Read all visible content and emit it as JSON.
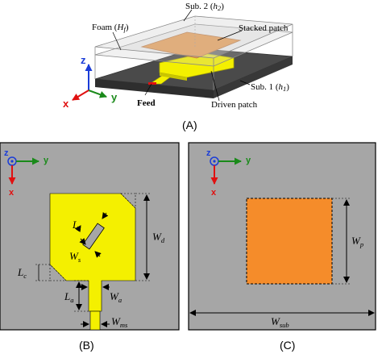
{
  "panel_a": {
    "caption": "(A)",
    "sub2_label": "Sub. 2 (",
    "sub2_h": "h",
    "sub2_h_sub": "2",
    "sub2_close": ")",
    "foam_label": "Foam (",
    "foam_h": "H",
    "foam_h_sub": "f",
    "foam_close": ")",
    "stacked_label": "Stacked patch",
    "sub1_label": "Sub. 1 (",
    "sub1_h": "h",
    "sub1_h_sub": "1",
    "sub1_close": ")",
    "driven_label": "Driven patch",
    "feed_label": "Feed",
    "axis_z": "z",
    "axis_y": "y",
    "axis_x": "x"
  },
  "panel_b": {
    "caption": "(B)",
    "axis_z": "z",
    "axis_y": "y",
    "axis_x": "x",
    "ls": {
      "main": "L",
      "sub": "s"
    },
    "ws": {
      "main": "W",
      "sub": "s"
    },
    "wd": {
      "main": "W",
      "sub": "d"
    },
    "lc": {
      "main": "L",
      "sub": "c"
    },
    "la": {
      "main": "L",
      "sub": "a"
    },
    "wa": {
      "main": "W",
      "sub": "a"
    },
    "wms": {
      "main": "W",
      "sub": "ms"
    }
  },
  "panel_c": {
    "caption": "(C)",
    "axis_z": "z",
    "axis_y": "y",
    "axis_x": "x",
    "wp": {
      "main": "W",
      "sub": "p"
    },
    "wsub": {
      "main": "W",
      "sub": "sub"
    }
  },
  "colors": {
    "substrate_gray": "#a6a6a6",
    "driven_patch_yellow": "#f4f000",
    "stacked_patch_orange": "#f58c2a",
    "substrate_dark": "#4a4a4a",
    "axis_red": "#e01010",
    "axis_green": "#1a8a1a",
    "axis_blue": "#1a3cd8"
  }
}
